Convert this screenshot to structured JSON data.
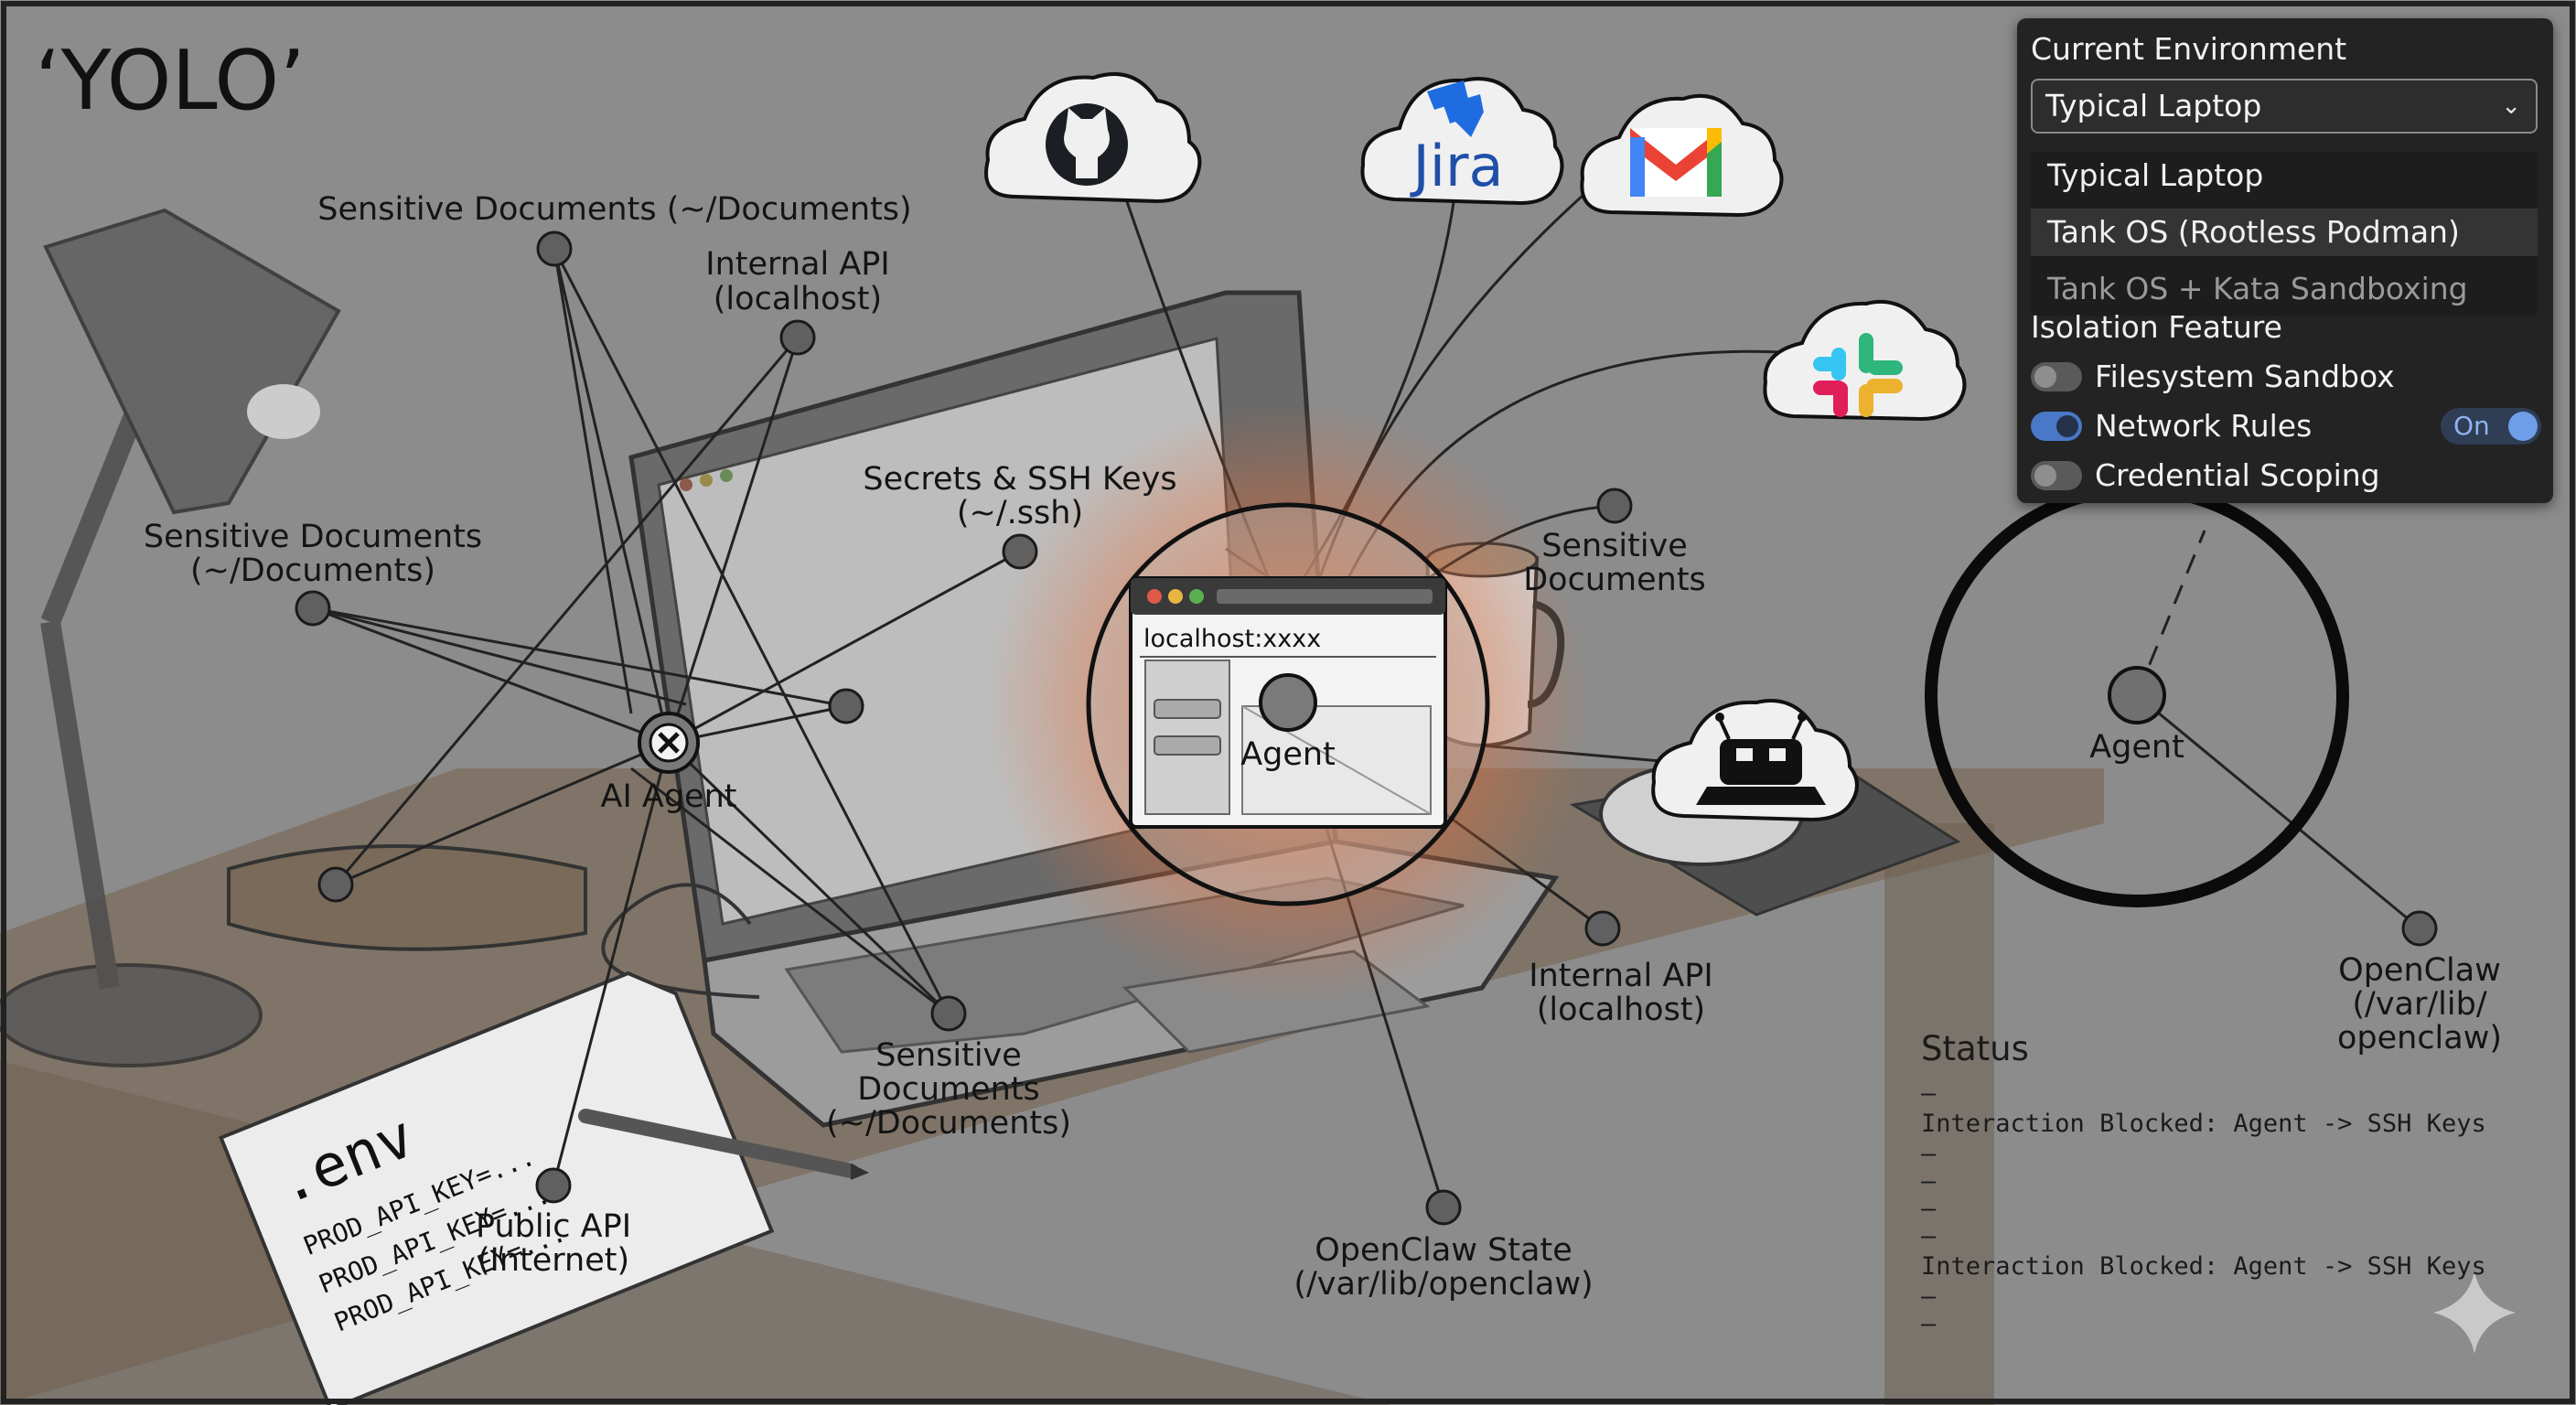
{
  "title": "‘YOLO’",
  "labels": {
    "sens_docs_top": "Sensitive Documents (~/Documents)",
    "internal_api_left_1": "Internal API",
    "internal_api_left_2": "(localhost)",
    "secrets_1": "Secrets & SSH Keys",
    "secrets_2": "(~/.ssh)",
    "sens_docs_left_1": "Sensitive Documents",
    "sens_docs_left_2": "(~/Documents)",
    "ai_agent": "AI Agent",
    "sens_docs_bottom_1": "Sensitive",
    "sens_docs_bottom_2": "Documents",
    "sens_docs_bottom_3": "(~/Documents)",
    "public_api_1": "Public API",
    "public_api_2": "(Internet)",
    "sens_docs_right_1": "Sensitive",
    "sens_docs_right_2": "Documents",
    "internal_api_right_1": "Internal API",
    "internal_api_right_2": "(localhost)",
    "openclaw_state_1": "OpenClaw State",
    "openclaw_state_2": "(/var/lib/openclaw)",
    "agent_center": "Agent",
    "agent_right": "Agent",
    "openclaw_right_1": "OpenClaw",
    "openclaw_right_2": "(/var/lib/",
    "openclaw_right_3": "openclaw)",
    "browser_url": "localhost:xxxx",
    "jira_text": "Jira",
    "env_file_title": ".env",
    "env_line": "PROD_API_KEY=..."
  },
  "panel": {
    "env_title": "Current Environment",
    "env_selected": "Typical Laptop",
    "env_options": [
      "Typical Laptop",
      "Tank OS (Rootless Podman)",
      "Tank OS + Kata Sandboxing"
    ],
    "iso_title": "Isolation Feature",
    "features": [
      {
        "label": "Filesystem Sandbox",
        "on": false
      },
      {
        "label": "Network Rules",
        "on": true
      },
      {
        "label": "Credential Scoping",
        "on": false
      }
    ],
    "on_label": "On"
  },
  "status": {
    "title": "Status",
    "lines": [
      "–",
      "Interaction Blocked: Agent -> SSH Keys",
      "–",
      "–",
      "–",
      "–",
      "Interaction Blocked: Agent -> SSH Keys",
      "–",
      "–"
    ]
  },
  "colors": {
    "background": "#8c8c8c",
    "panel": "#232323",
    "toggle_on": "#4a78c8",
    "glow": "#e8703a",
    "github": "#1b1f23",
    "jira": "#1f6ce0",
    "gmail_red": "#ea4335",
    "slack_purple": "#611f69"
  },
  "icons": [
    "github-icon",
    "jira-icon",
    "gmail-icon",
    "slack-icon",
    "robot-icon",
    "sparkle-icon",
    "close-icon",
    "chevron-down-icon"
  ]
}
